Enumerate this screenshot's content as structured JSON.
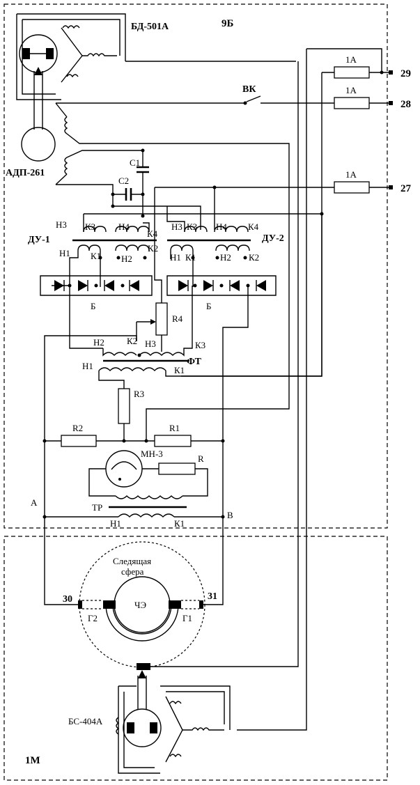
{
  "blocks": {
    "top": "9Б",
    "bottom": "1М"
  },
  "components": {
    "bd": "БД-501А",
    "adp": "АДП-261",
    "bs": "БС-404А",
    "vk": "ВК",
    "c1": "С1",
    "c2": "С2",
    "du1": "ДУ-1",
    "du2": "ДУ-2",
    "r1": "R1",
    "r2": "R2",
    "r3": "R3",
    "r4": "R4",
    "r": "R",
    "ft": "ФТ",
    "mn": "МН-3",
    "tr": "ТР",
    "sphere": "Следящая сфера",
    "che": "ЧЭ",
    "g1": "Г1",
    "g2": "Г2",
    "bridge": "Б"
  },
  "fuses": {
    "f29": "1А",
    "f28": "1А",
    "f27": "1А"
  },
  "terminals": {
    "t29": "29",
    "t28": "28",
    "t27": "27",
    "t30": "30",
    "t31": "31"
  },
  "nodes": {
    "a": "А",
    "b": "В"
  },
  "windings": {
    "n1": "Н1",
    "n2": "Н2",
    "n3": "Н3",
    "n4": "Н4",
    "k1": "К1",
    "k2": "К2",
    "k3": "К3",
    "k4": "К4"
  }
}
